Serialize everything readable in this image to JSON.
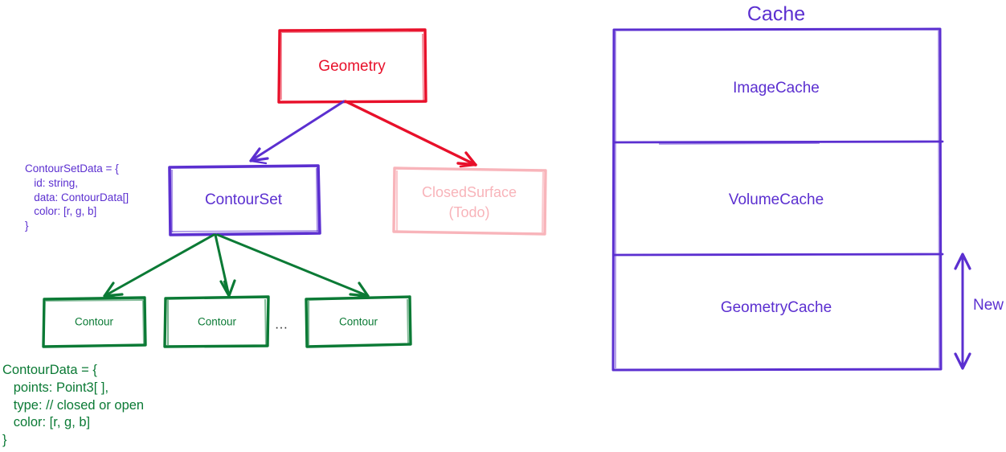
{
  "diagram": {
    "title_left": "",
    "colors": {
      "red": "#e8102a",
      "purple": "#5b2fd0",
      "green": "#0b7a35",
      "pink": "#f8b4ba"
    },
    "nodes": {
      "geometry": {
        "label": "Geometry",
        "color": "red"
      },
      "contourset": {
        "label": "ContourSet",
        "color": "purple"
      },
      "closedsurface": {
        "label_line1": "ClosedSurface",
        "label_line2": "(Todo)",
        "color": "pink"
      },
      "contour_1": {
        "label": "Contour",
        "color": "green"
      },
      "contour_2": {
        "label": "Contour",
        "color": "green"
      },
      "contour_3": {
        "label": "Contour",
        "color": "green"
      },
      "ellipsis": {
        "label": "…"
      }
    },
    "annotations": {
      "contour_set_data": "ContourSetData = {\n   id: string,\n   data: ContourData[]\n   color: [r, g, b]\n}",
      "contour_data": "ContourData = {\n   points: Point3[ ],\n   type: // closed or open\n   color: [r, g, b]\n}"
    }
  },
  "cache": {
    "title": "Cache",
    "rows": [
      {
        "label": "ImageCache"
      },
      {
        "label": "VolumeCache"
      },
      {
        "label": "GeometryCache"
      }
    ],
    "new_marker": {
      "label": "New"
    }
  }
}
